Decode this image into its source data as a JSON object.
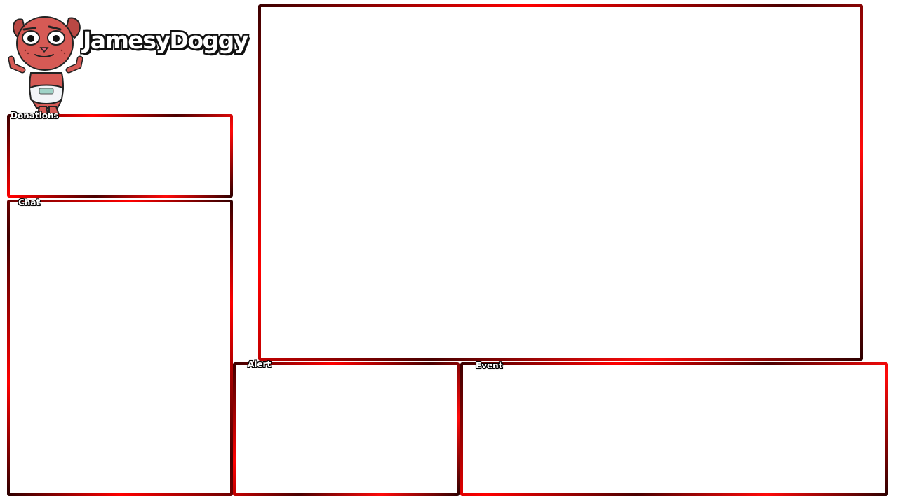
{
  "brand": {
    "name": "JamesyDoggy"
  },
  "panels": {
    "donations": {
      "label": "Donations"
    },
    "chat": {
      "label": "Chat"
    },
    "alert": {
      "label": "Alert"
    },
    "event": {
      "label": "Event"
    }
  },
  "colors": {
    "border_dark": "#2a0000",
    "border_red": "#ff0000",
    "mascot_fur": "#d65a55",
    "background": "#ffffff"
  },
  "icons": {
    "mascot": "dog-mascot-icon"
  }
}
